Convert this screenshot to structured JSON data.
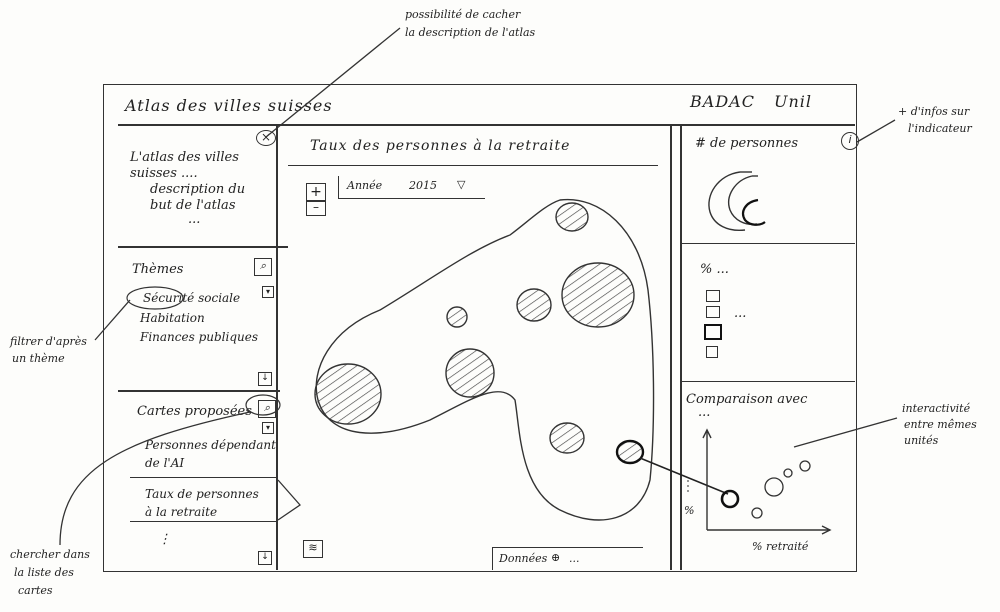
{
  "annotations": {
    "hide_description": [
      "possibilité de cacher",
      "la description de l'atlas"
    ],
    "more_info": [
      "+ d'infos sur",
      "l'indicateur"
    ],
    "filter_theme": [
      "filtrer d'après",
      "un thème"
    ],
    "interactivity": [
      "interactivité",
      "entre mêmes",
      "unités"
    ],
    "search_maps": [
      "chercher dans",
      "la liste des",
      "cartes"
    ]
  },
  "header": {
    "title": "Atlas des villes suisses",
    "brand1": "BADAC",
    "brand2": "Unil"
  },
  "sidebar": {
    "close_symbol": "×",
    "description": [
      "L'atlas des villes",
      "suisses ....",
      "description du",
      "but de l'atlas",
      "..."
    ],
    "themes": {
      "label": "Thèmes",
      "items": [
        "Sécurité sociale",
        "Habitation",
        "Finances publiques"
      ]
    },
    "maps": {
      "label": "Cartes proposées",
      "items": [
        "Personnes dépendant",
        "de l'AI",
        "Taux de personnes",
        "à la retraite"
      ],
      "more": "⋮"
    }
  },
  "main": {
    "title": "Taux des personnes à la retraite",
    "zoom_in": "+",
    "zoom_out": "–",
    "year_label": "Année",
    "year_value": "2015",
    "data_link": "Données",
    "data_more": "..."
  },
  "right": {
    "indicator_title": "# de personnes",
    "info_symbol": "i",
    "percent_label": "% ...",
    "legend_more": "...",
    "comparison_title": "Comparaison avec",
    "comparison_more": "...",
    "y_axis": "%",
    "x_axis": "% retraité"
  }
}
